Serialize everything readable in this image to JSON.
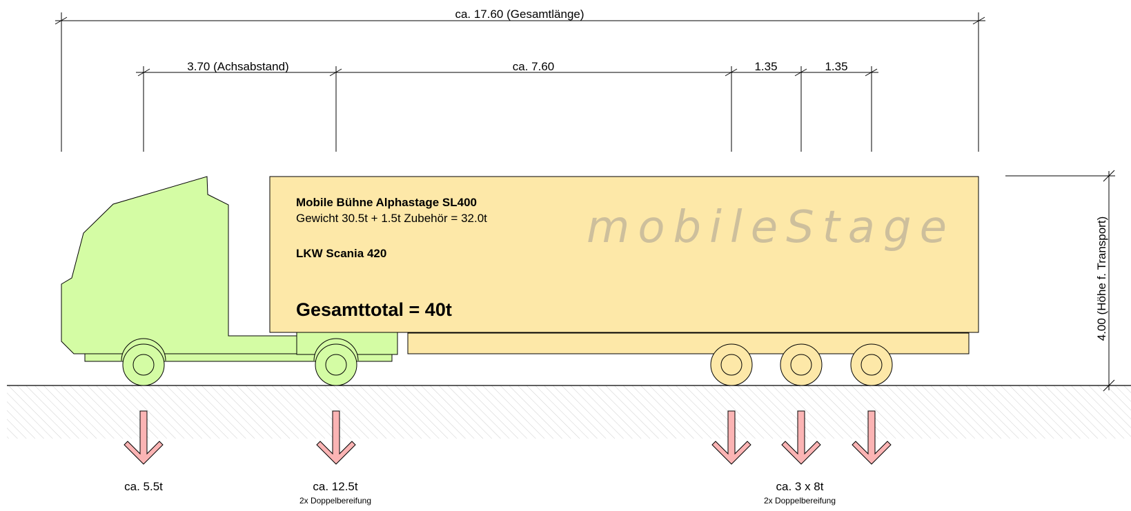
{
  "dimensions": {
    "total_length": "ca. 17.60 (Gesamtlänge)",
    "wheelbase": "3.70 (Achsabstand)",
    "middle": "ca. 7.60",
    "axle_gap_1": "1.35",
    "axle_gap_2": "1.35",
    "height": "4.00 (Höhe f. Transport)"
  },
  "trailer_info": {
    "title": "Mobile Bühne Alphastage SL400",
    "weight": "Gewicht 30.5t + 1.5t Zubehör = 32.0t",
    "truck": "LKW Scania 420",
    "total": "Gesamttotal = 40t",
    "brand": "mobileStage"
  },
  "loads": [
    {
      "label": "ca. 5.5t",
      "note": ""
    },
    {
      "label": "ca. 12.5t",
      "note": "2x Doppelbereifung"
    },
    {
      "label": "ca. 3 x 8t",
      "note": "2x Doppelbereifung"
    }
  ],
  "colors": {
    "cab": "#d4fca4",
    "trailer": "#fde8a8",
    "load_arrow": "#fbb4b4",
    "ground_hatch": "#d0d0d0"
  }
}
